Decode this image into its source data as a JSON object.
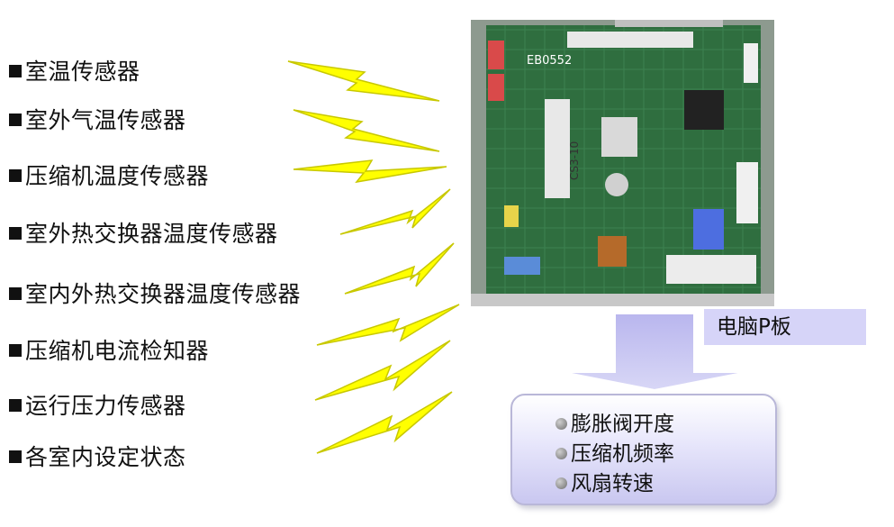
{
  "sensors": [
    {
      "label": "室温传感器"
    },
    {
      "label": "室外气温传感器"
    },
    {
      "label": "压缩机温度传感器"
    },
    {
      "label": "室外热交换器温度传感器"
    },
    {
      "label": "室内外热交换器温度传感器"
    },
    {
      "label": "压缩机电流检知器"
    },
    {
      "label": "运行压力传感器"
    },
    {
      "label": "各室内设定状态"
    }
  ],
  "board": {
    "label": "电脑P板",
    "silkscreen": [
      "EB0552",
      "CS3-10"
    ]
  },
  "outputs": [
    {
      "label": "膨胀阀开度"
    },
    {
      "label": "压缩机频率"
    },
    {
      "label": "风扇转速"
    }
  ],
  "colors": {
    "bolt_fill": "#ffff00",
    "bolt_stroke": "#c8c800",
    "arrow_fill": "#c8c6ef",
    "label_bg": "#d6d4f8",
    "pcb_green": "#2f6e3f"
  }
}
